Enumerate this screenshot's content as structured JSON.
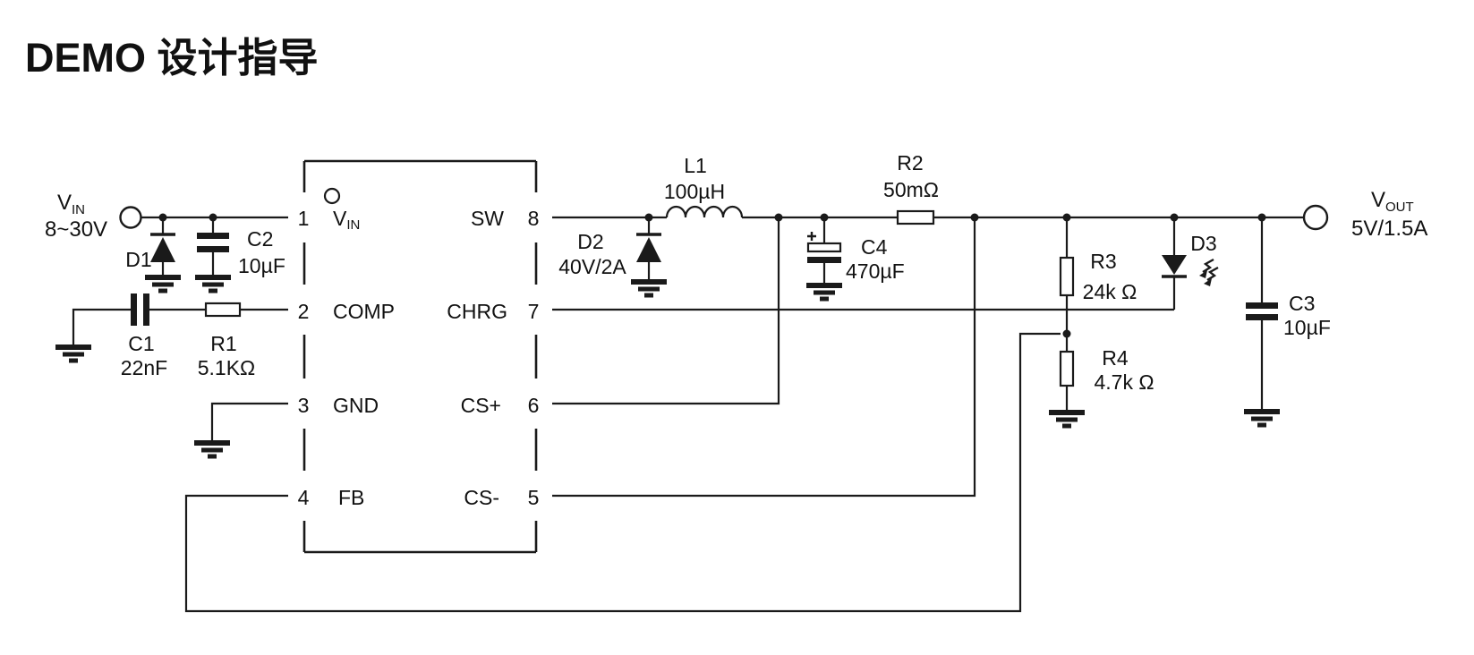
{
  "title": "DEMO 设计指导",
  "ic": {
    "pins_left": [
      {
        "num": "1",
        "name_main": "V",
        "name_sub": "IN"
      },
      {
        "num": "2",
        "name": "COMP"
      },
      {
        "num": "3",
        "name": "GND"
      },
      {
        "num": "4",
        "name": "FB"
      }
    ],
    "pins_right": [
      {
        "num": "8",
        "name": "SW"
      },
      {
        "num": "7",
        "name": "CHRG"
      },
      {
        "num": "6",
        "name": "CS+"
      },
      {
        "num": "5",
        "name": "CS-"
      }
    ]
  },
  "terminals": {
    "input": {
      "label_main": "V",
      "label_sub": "IN",
      "spec": "8~30V"
    },
    "output": {
      "label_main": "V",
      "label_sub": "OUT",
      "spec": "5V/1.5A"
    }
  },
  "components": {
    "D1": {
      "ref": "D1"
    },
    "C2": {
      "ref": "C2",
      "value": "10µF"
    },
    "C1": {
      "ref": "C1",
      "value": "22nF"
    },
    "R1": {
      "ref": "R1",
      "value": "5.1KΩ"
    },
    "D2": {
      "ref": "D2",
      "value": "40V/2A"
    },
    "L1": {
      "ref": "L1",
      "value": "100µH"
    },
    "C4": {
      "ref": "C4",
      "value": "470µF"
    },
    "R2": {
      "ref": "R2",
      "value": "50mΩ"
    },
    "R3": {
      "ref": "R3",
      "value": "24k Ω"
    },
    "R4": {
      "ref": "R4",
      "value": "4.7k Ω"
    },
    "D3": {
      "ref": "D3"
    },
    "C3": {
      "ref": "C3",
      "value": "10µF"
    }
  }
}
